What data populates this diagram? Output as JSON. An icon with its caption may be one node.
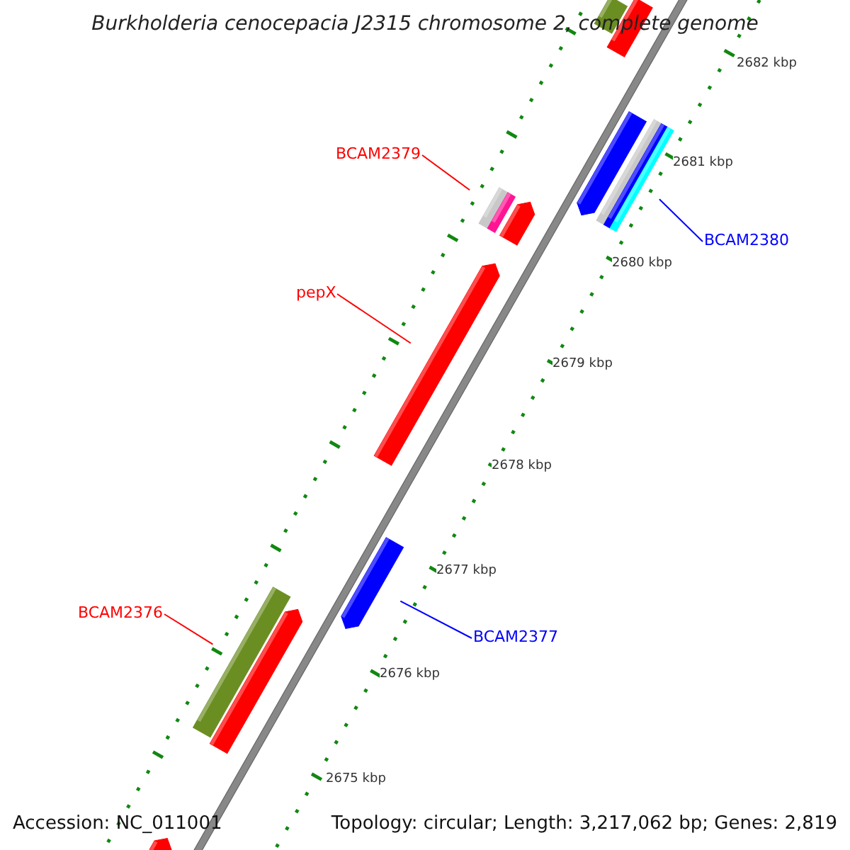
{
  "diagram": {
    "title": "Burkholderia cenocepacia J2315 chromosome 2, complete genome",
    "nodes": [
      {
        "text": [],
        "shape": "bar"
      },
      {
        "text": [],
        "shape": "bar"
      },
      {
        "text": [
          "BCAM2379"
        ]
      },
      {
        "text": [],
        "shape": "bar"
      },
      {
        "text": [],
        "shape": "bar"
      },
      {
        "text": [
          "pepX"
        ]
      },
      {
        "text": [],
        "shape": "bar"
      },
      {
        "text": [],
        "shape": "bar"
      },
      {
        "text": [
          "BCAM2380"
        ]
      },
      {
        "text": [],
        "shape": "bar"
      },
      {
        "text": [
          "BCAM2376"
        ]
      },
      {
        "text": [],
        "shape": "bar"
      },
      {
        "text": [],
        "shape": "bar"
      },
      {
        "text": [
          "BCAM2377"
        ]
      },
      {
        "text": [],
        "shape": "bar"
      },
      {
        "text": [],
        "shape": "bar"
      }
    ],
    "edges": [
      {
        "from": 2,
        "to": 3,
        "arrow": "none",
        "color": "#ff0000"
      },
      {
        "from": 5,
        "to": 6,
        "arrow": "none",
        "color": "#ff0000"
      },
      {
        "from": 8,
        "to": 9,
        "arrow": "none",
        "color": "#0000ff"
      },
      {
        "from": 10,
        "to": 11,
        "arrow": "none",
        "color": "#ff0000"
      },
      {
        "from": 13,
        "to": 14,
        "arrow": "none",
        "color": "#0000ff"
      }
    ],
    "labels": [
      "2682 kbp",
      "2681 kbp",
      "2680 kbp",
      "2679 kbp",
      "2678 kbp",
      "2677 kbp",
      "2676 kbp",
      "2675 kbp",
      "Accession: NC_011001",
      "Topology: circular; Length: 3,217,062 bp; Genes: 2,819"
    ]
  }
}
